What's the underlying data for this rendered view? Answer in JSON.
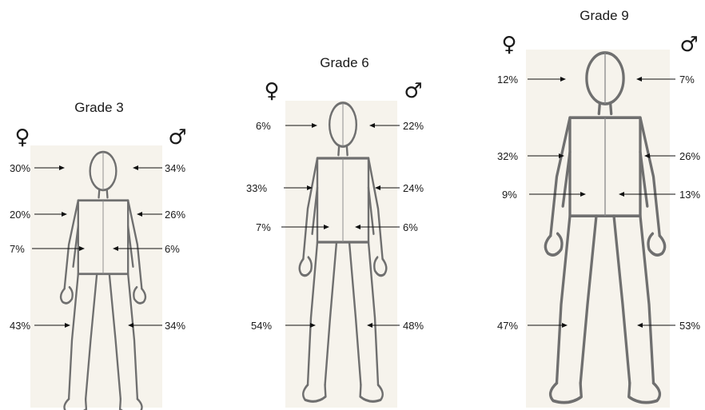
{
  "panels": [
    {
      "title": "Grade 3",
      "female_symbol": "♀",
      "male_symbol": "♂",
      "labels": {
        "head_f": "30%",
        "head_m": "34%",
        "arm_f": "20%",
        "arm_m": "26%",
        "torso_f": "7%",
        "torso_m": "6%",
        "leg_f": "43%",
        "leg_m": "34%"
      }
    },
    {
      "title": "Grade 6",
      "female_symbol": "♀",
      "male_symbol": "♂",
      "labels": {
        "head_f": "6%",
        "head_m": "22%",
        "arm_f": "33%",
        "arm_m": "24%",
        "torso_f": "7%",
        "torso_m": "6%",
        "leg_f": "54%",
        "leg_m": "48%"
      }
    },
    {
      "title": "Grade 9",
      "female_symbol": "♀",
      "male_symbol": "♂",
      "labels": {
        "head_f": "12%",
        "head_m": "7%",
        "arm_f": "32%",
        "arm_m": "26%",
        "torso_f": "9%",
        "torso_m": "13%",
        "leg_f": "47%",
        "leg_m": "53%"
      }
    }
  ]
}
